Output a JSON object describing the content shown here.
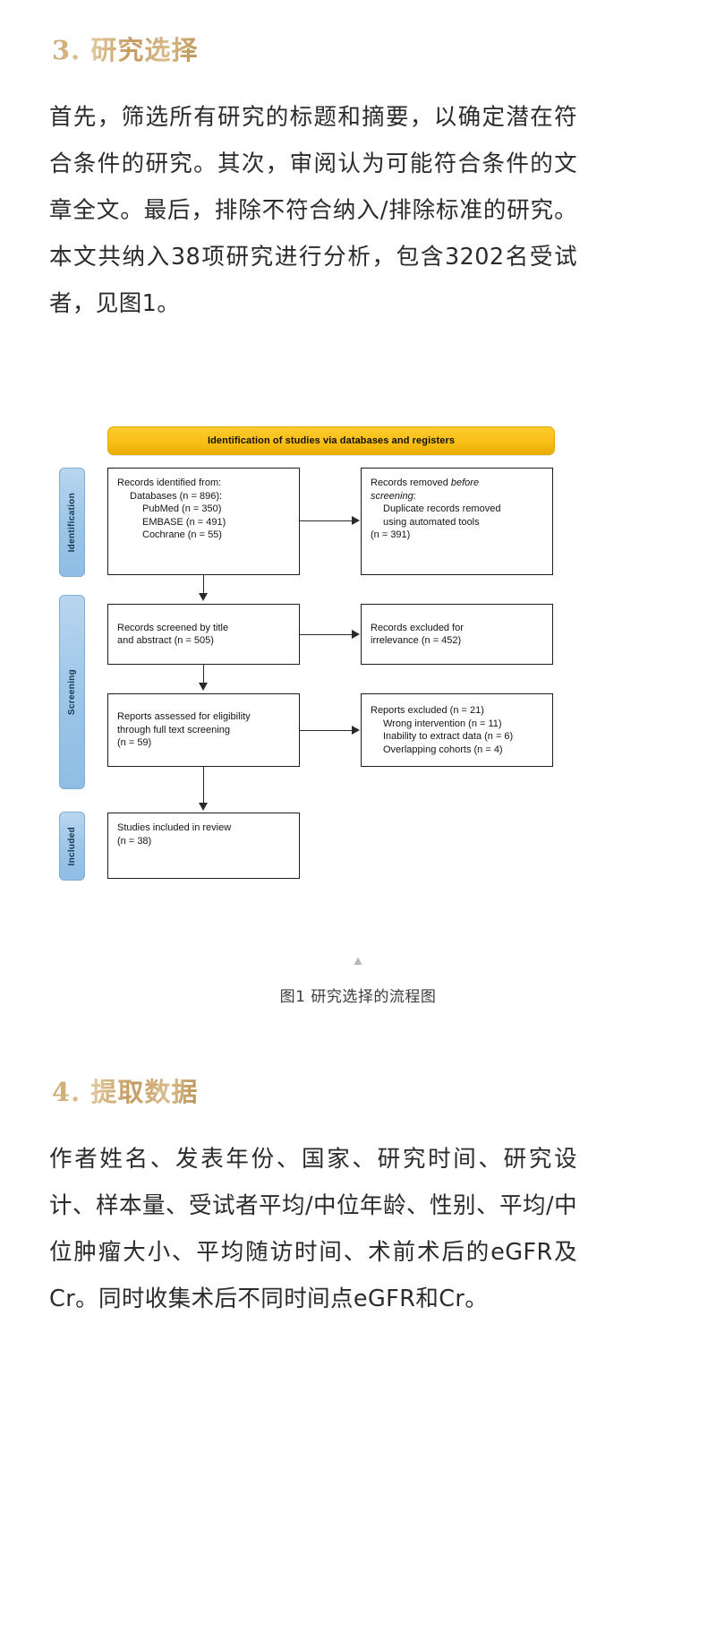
{
  "article": {
    "section3_heading": "3. 研究选择",
    "section3_paragraph": "首先，筛选所有研究的标题和摘要，以确定潜在符合条件的研究。其次，审阅认为可能符合条件的文章全文。最后，排除不符合纳入/排除标准的研究。本文共纳入38项研究进行分析，包含3202名受试者，见图1。",
    "figure_caption": "图1 研究选择的流程图",
    "section4_heading": "4. 提取数据",
    "section4_paragraph": "作者姓名、发表年份、国家、研究时间、研究设计、样本量、受试者平均/中位年龄、性别、平均/中位肿瘤大小、平均随访时间、术前术后的eGFR及Cr。同时收集术后不同时间点eGFR和Cr。",
    "collapse_caret": "▲"
  },
  "flowchart": {
    "banner": "Identification of studies via databases and registers",
    "stage_labels": {
      "identification": "Identification",
      "screening": "Screening",
      "included": "Included"
    },
    "boxes": {
      "records_identified": {
        "line1": "Records identified from:",
        "line2": "Databases (n =  896):",
        "line3": "PubMed (n = 350)",
        "line4": "EMBASE (n = 491)",
        "line5": "Cochrane (n = 55)"
      },
      "records_removed": {
        "line1": "Records removed ",
        "line1_italic": "before",
        "line2_italic": "screening",
        "line2_tail": ":",
        "line3": "Duplicate records removed",
        "line4": "using automated tools",
        "line5": "(n = 391)"
      },
      "records_screened": {
        "line1": "Records screened by title",
        "line2": "and abstract (n = 505)"
      },
      "records_excluded": {
        "line1": "Records excluded for",
        "line2": "irrelevance (n = 452)"
      },
      "reports_assessed": {
        "line1": "Reports assessed for eligibility",
        "line2": "through full text screening",
        "line3": "(n = 59)"
      },
      "reports_excluded": {
        "line1": "Reports excluded (n = 21)",
        "line2": "Wrong intervention (n = 11)",
        "line3": "Inability to extract data (n = 6)",
        "line4": "Overlapping cohorts (n = 4)"
      },
      "studies_included": {
        "line1": "Studies included in review",
        "line2": "(n = 38)"
      }
    },
    "colors": {
      "banner": "#f8bf16",
      "stage_label": "#9dc6e8",
      "box_border": "#1d1d1d",
      "heading_gold": "#c39a62"
    }
  }
}
